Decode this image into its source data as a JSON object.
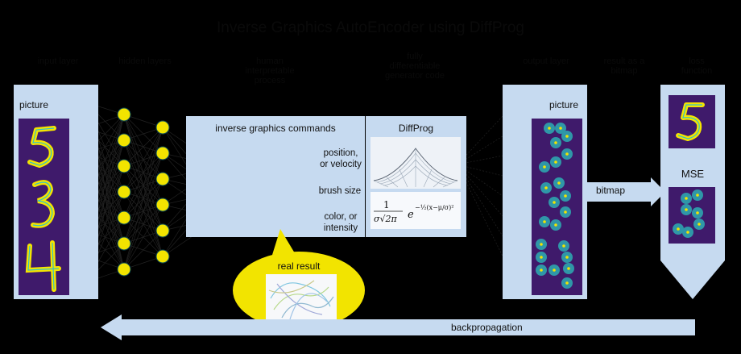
{
  "title": "Inverse Graphics AutoEncoder using DiffProg",
  "headers": {
    "input_layer": "input layer",
    "hidden_layers": "hidden layers",
    "human_interpretable": [
      "human",
      "interpretable",
      "process"
    ],
    "fully_differentiable": [
      "fully",
      "differentiable",
      "generator code"
    ],
    "output_layer": "output layer",
    "result_as_bitmap": [
      "result as a",
      "bitmap"
    ],
    "loss_function": [
      "loss",
      "function"
    ]
  },
  "input_panel": {
    "label": "picture"
  },
  "commands_panel": {
    "title": "inverse graphics commands",
    "rows": [
      {
        "label_lines": [
          "position,",
          "or velocity"
        ]
      },
      {
        "label_lines": [
          "brush size"
        ]
      },
      {
        "label_lines": [
          "color, or",
          "intensity"
        ]
      }
    ]
  },
  "diffprog_panel": {
    "title": "DiffProg"
  },
  "output_panel": {
    "label": "picture"
  },
  "bitmap_arrow": {
    "label": "bitmap"
  },
  "loss_panel": {
    "label": "MSE"
  },
  "real_result": {
    "label": "real result"
  },
  "backprop": {
    "label": "backpropagation"
  },
  "colors": {
    "panel": "#c6daf0",
    "node_cyan": "#1fd3e6",
    "node_yellow": "#f2e400",
    "node_teal": "#2d8a9a",
    "thumb_bg": "#3f1a6b",
    "stroke_yellow": "#f4e500",
    "result_bubble": "#f2e400"
  }
}
